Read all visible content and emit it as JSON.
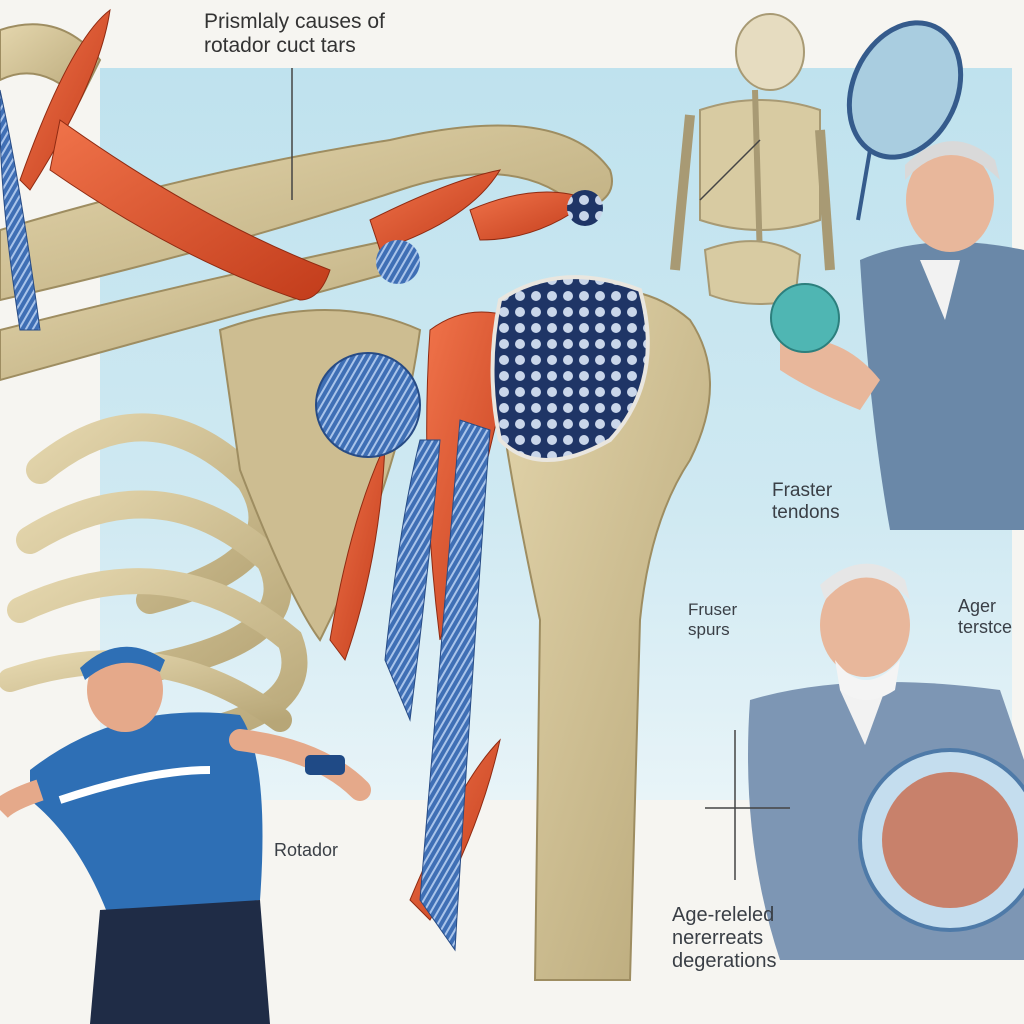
{
  "title": "Prismlaly causes of\nrotador cuct tars",
  "labels": {
    "tendons": "Fraster\ntendons",
    "spurs": "Fruser\nspurs",
    "age_top": "Ager\nterstce",
    "rotador": "Rotador",
    "degenerations": "Age-releled\nnererreats\ndegerations"
  },
  "colors": {
    "bone": "#d4c49a",
    "muscle": "#e2532b",
    "nerve": "#3f6fb5",
    "sky": "#cfe9f2"
  }
}
